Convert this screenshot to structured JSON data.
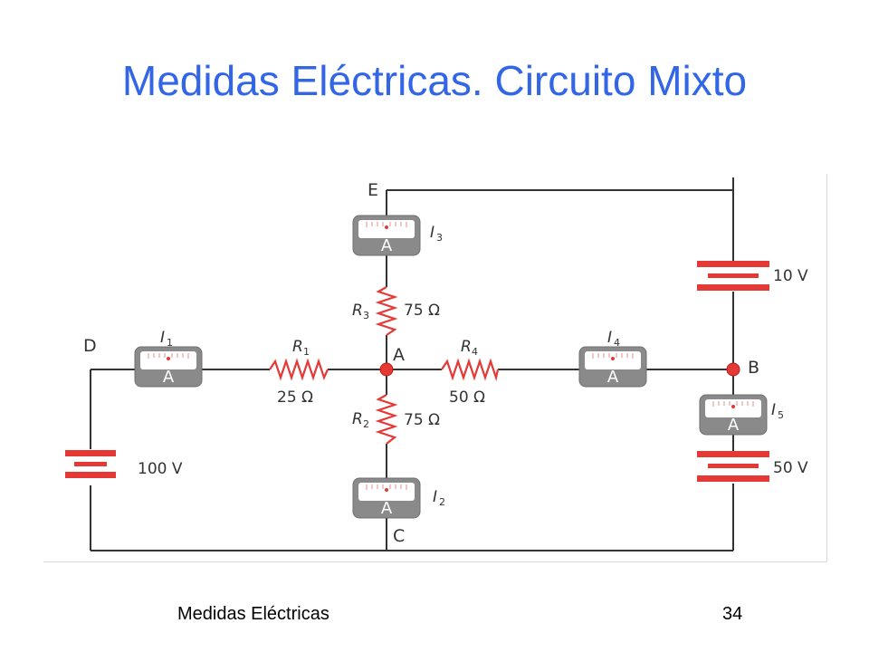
{
  "slide": {
    "title": "Medidas Eléctricas. Circuito Mixto",
    "footer_text": "Medidas Eléctricas",
    "page_number": "34"
  },
  "colors": {
    "title": "#3366e6",
    "components": "#e53935",
    "wire": "#333333",
    "meter": "#8a8a8a"
  },
  "circuit": {
    "nodes": {
      "A": "A",
      "B": "B",
      "C": "C",
      "D": "D",
      "E": "E"
    },
    "resistors": [
      {
        "name": "R",
        "sub": "1",
        "value": "25 Ω"
      },
      {
        "name": "R",
        "sub": "2",
        "value": "75 Ω"
      },
      {
        "name": "R",
        "sub": "3",
        "value": "75 Ω"
      },
      {
        "name": "R",
        "sub": "4",
        "value": "50 Ω"
      }
    ],
    "ammeters": [
      {
        "name": "I",
        "sub": "1",
        "glyph": "A"
      },
      {
        "name": "I",
        "sub": "2",
        "glyph": "A"
      },
      {
        "name": "I",
        "sub": "3",
        "glyph": "A"
      },
      {
        "name": "I",
        "sub": "4",
        "glyph": "A"
      },
      {
        "name": "I",
        "sub": "5",
        "glyph": "A"
      }
    ],
    "batteries": [
      {
        "value": "100 V"
      },
      {
        "value": "10 V"
      },
      {
        "value": "50 V"
      }
    ]
  }
}
